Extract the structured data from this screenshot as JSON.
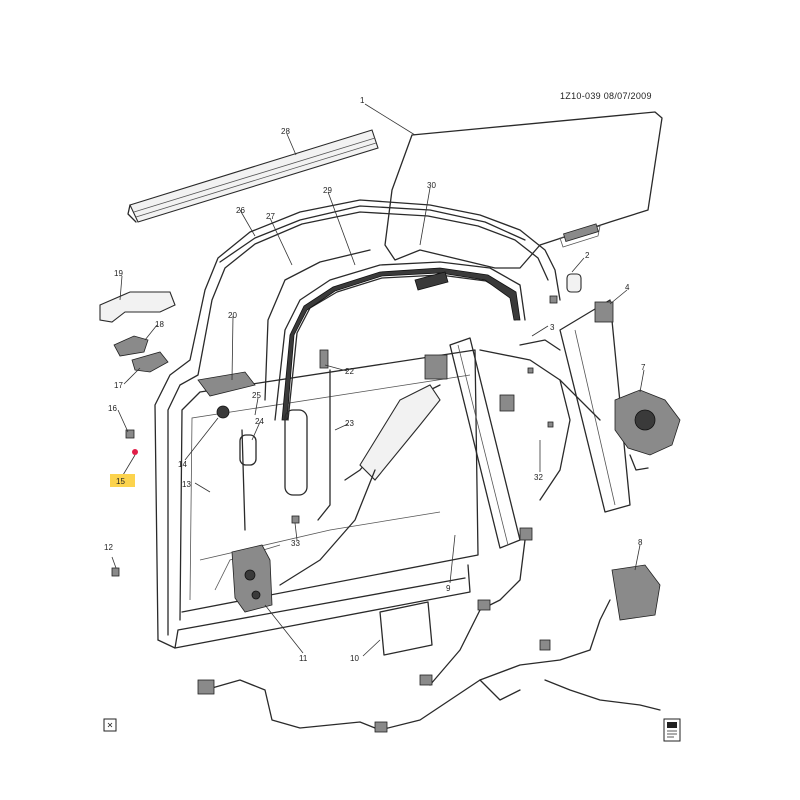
{
  "reference": "1Z10-039 08/07/2009",
  "colors": {
    "line": "#2a2a2a",
    "highlight": "#fcd34d",
    "background": "#ffffff"
  },
  "callouts": [
    {
      "id": "c1",
      "label": "1"
    },
    {
      "id": "c2",
      "label": "2"
    },
    {
      "id": "c4",
      "label": "4"
    },
    {
      "id": "c7",
      "label": "7"
    },
    {
      "id": "c8",
      "label": "8"
    },
    {
      "id": "c9",
      "label": "9"
    },
    {
      "id": "c10",
      "label": "10"
    },
    {
      "id": "c11",
      "label": "11"
    },
    {
      "id": "c12",
      "label": "12"
    },
    {
      "id": "c13",
      "label": "13"
    },
    {
      "id": "c14",
      "label": "14"
    },
    {
      "id": "c15",
      "label": "15"
    },
    {
      "id": "c16",
      "label": "16"
    },
    {
      "id": "c17",
      "label": "17"
    },
    {
      "id": "c18",
      "label": "18"
    },
    {
      "id": "c19",
      "label": "19"
    },
    {
      "id": "c20",
      "label": "20"
    },
    {
      "id": "c22",
      "label": "22"
    },
    {
      "id": "c23",
      "label": "23"
    },
    {
      "id": "c24",
      "label": "24"
    },
    {
      "id": "c25",
      "label": "25"
    },
    {
      "id": "c26",
      "label": "26"
    },
    {
      "id": "c27",
      "label": "27"
    },
    {
      "id": "c28",
      "label": "28"
    },
    {
      "id": "c29",
      "label": "29"
    },
    {
      "id": "c30",
      "label": "30"
    },
    {
      "id": "c32",
      "label": "32"
    },
    {
      "id": "c33",
      "label": "33"
    },
    {
      "id": "c34",
      "label": "3"
    }
  ],
  "icons": {
    "corner_left": "small-square-icon",
    "corner_right": "document-icon"
  }
}
